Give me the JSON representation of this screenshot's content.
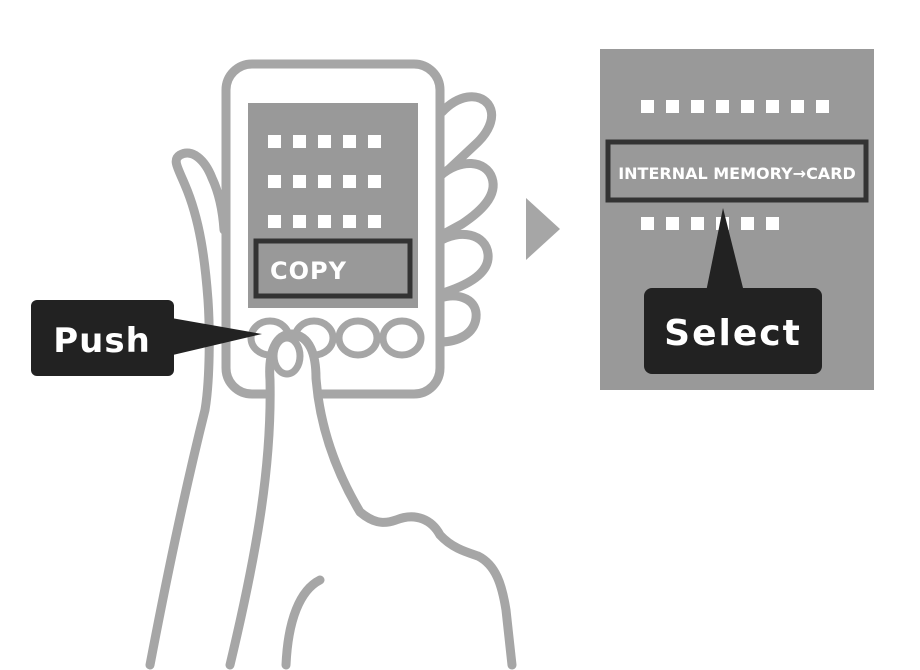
{
  "device_screen": {
    "menu_item": "COPY",
    "placeholder_rows": 3,
    "placeholder_dots_per_row": 5
  },
  "callouts": {
    "push": "Push",
    "select": "Select"
  },
  "zoomed_screen": {
    "option": "INTERNAL MEMORY→CARD",
    "top_dots": 8,
    "bottom_dots": 6
  },
  "colors": {
    "line": "#a6a6a6",
    "screen": "#999999",
    "label_bg": "#222222",
    "white": "#ffffff"
  },
  "icons": {
    "arrow": "right-triangle-arrow"
  }
}
